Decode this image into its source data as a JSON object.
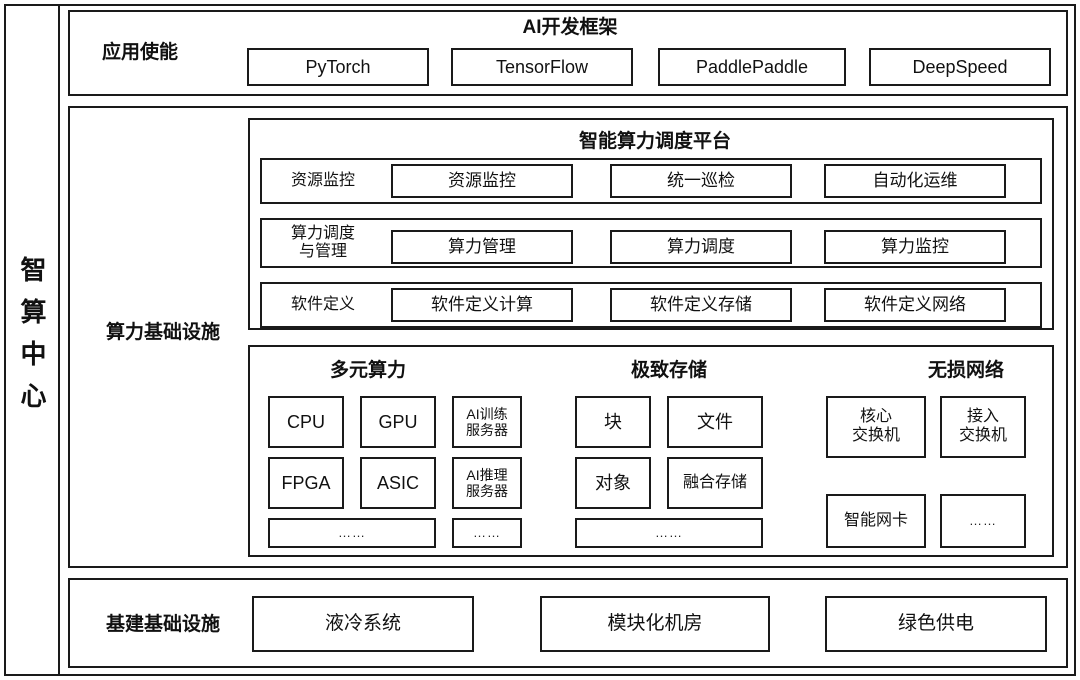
{
  "diagram": {
    "title": "智算中心",
    "vertical_label": "智算中心"
  },
  "bands": {
    "application": {
      "label": "应用使能",
      "panel_title": "AI开发框架",
      "frameworks": [
        {
          "label": "PyTorch"
        },
        {
          "label": "TensorFlow"
        },
        {
          "label": "PaddlePaddle"
        },
        {
          "label": "DeepSpeed"
        }
      ]
    },
    "compute_infra": {
      "label": "算力基础设施",
      "platform": {
        "title": "智能算力调度平台",
        "rows": [
          {
            "label": "资源监控",
            "items": [
              {
                "label": "资源监控"
              },
              {
                "label": "统一巡检"
              },
              {
                "label": "自动化运维"
              }
            ]
          },
          {
            "label": "算力调度\n与管理",
            "items": [
              {
                "label": "算力管理"
              },
              {
                "label": "算力调度"
              },
              {
                "label": "算力监控"
              }
            ]
          },
          {
            "label": "软件定义",
            "items": [
              {
                "label": "软件定义计算"
              },
              {
                "label": "软件定义存储"
              },
              {
                "label": "软件定义网络"
              }
            ]
          }
        ]
      },
      "resources": {
        "groups": [
          {
            "title": "多元算力",
            "items": [
              {
                "label": "CPU"
              },
              {
                "label": "GPU"
              },
              {
                "label": "AI训练\n服务器"
              },
              {
                "label": "FPGA"
              },
              {
                "label": "ASIC"
              },
              {
                "label": "AI推理\n服务器"
              },
              {
                "label": "……"
              },
              {
                "label": "……"
              }
            ]
          },
          {
            "title": "极致存储",
            "items": [
              {
                "label": "块"
              },
              {
                "label": "文件"
              },
              {
                "label": "对象"
              },
              {
                "label": "融合存储"
              },
              {
                "label": "……"
              }
            ]
          },
          {
            "title": "无损网络",
            "items": [
              {
                "label": "核心\n交换机"
              },
              {
                "label": "接入\n交换机"
              },
              {
                "label": "智能网卡"
              },
              {
                "label": "……"
              }
            ]
          }
        ]
      }
    },
    "facility": {
      "label": "基建基础设施",
      "items": [
        {
          "label": "液冷系统"
        },
        {
          "label": "模块化机房"
        },
        {
          "label": "绿色供电"
        }
      ]
    }
  },
  "colors": {
    "stroke": "#1a1a1a",
    "background": "#ffffff",
    "text": "#111111"
  }
}
